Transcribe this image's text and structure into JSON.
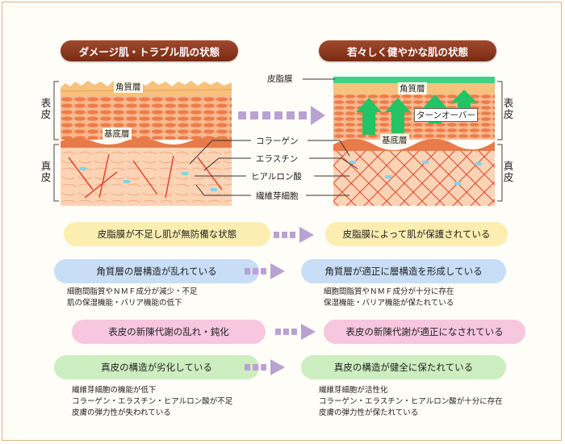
{
  "titles": {
    "left": "ダメージ肌・トラブル肌の状態",
    "right": "若々しく健やかな肌の状態"
  },
  "layers": {
    "epidermis": "表皮",
    "dermis": "真皮"
  },
  "labels": {
    "stratum_corneum": "角質層",
    "basal_layer": "基底層",
    "sebum_film": "皮脂膜",
    "collagen": "コラーゲン",
    "elastin": "エラスチン",
    "hyaluronic_acid": "ヒアルロン酸",
    "fibroblast": "繊維芽細胞",
    "turnover": "ターンオーバー"
  },
  "rows": [
    {
      "left": "皮脂膜が不足し肌が無防備な状態",
      "right": "皮脂膜によって肌が保護されている",
      "color": "#fbeeb0",
      "left_note": "",
      "right_note": ""
    },
    {
      "left": "角質層の層構造が乱れている",
      "right": "角質層が適正に層構造を形成している",
      "color": "#c8def6",
      "left_note": "細胞間脂質やＮＭＦ成分が減少・不足\n肌の保湿機能・バリア機能の低下",
      "right_note": "細胞間脂質やＮＭＦ成分が十分に存在\n保湿機能・バリア機能が保たれている"
    },
    {
      "left": "表皮の新陳代謝の乱れ・鈍化",
      "right": "表皮の新陳代謝が適正になされている",
      "color": "#f7c6df",
      "left_note": "",
      "right_note": ""
    },
    {
      "left": "真皮の構造が劣化している",
      "right": "真皮の構造が健全に保たれている",
      "color": "#cdeec0",
      "left_note": "繊維芽細胞の機能が低下\nコラーゲン・エラスチン・ヒアルロン酸が不足\n皮膚の弾力性が失われている",
      "right_note": "繊維芽細胞が活性化\nコラーゲン・エラスチン・ヒアルロン酸が十分に存在\n皮膚の弾力性が保たれている"
    }
  ],
  "colors": {
    "title_pill": "#8a3a1e",
    "skin_orange": "#f19a68",
    "sebum": "#3fd08a",
    "arrow": "#b9a2d2",
    "turnover_arrow": "#22c464"
  }
}
